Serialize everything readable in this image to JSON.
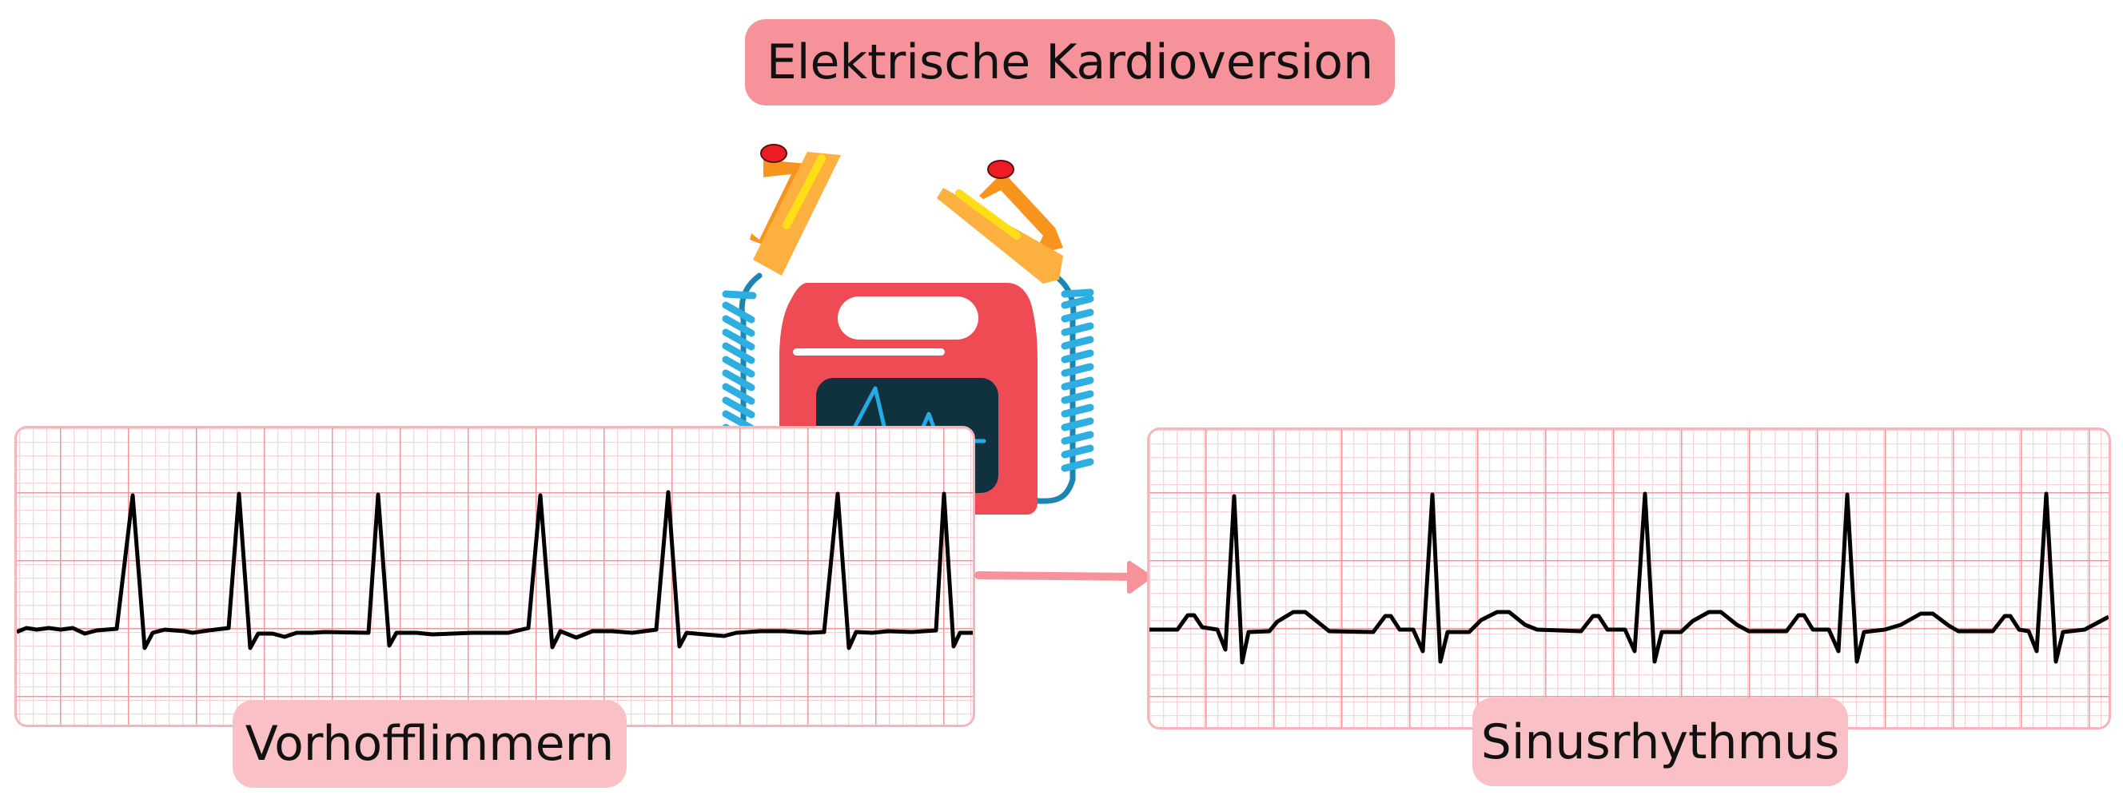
{
  "title": "Elektrische Kardioversion",
  "panels": {
    "before": {
      "label": "Vorhofflimmern",
      "rhythm": "atrial-fibrillation"
    },
    "after": {
      "label": "Sinusrhythmus",
      "rhythm": "sinus-rhythm"
    }
  },
  "illustration": {
    "device": "defibrillator-icon",
    "paddles": [
      "paddle-icon",
      "paddle-icon"
    ],
    "screen_waveform": "ecg-waveform-icon",
    "arrow": "arrow-right-icon"
  },
  "colors": {
    "title_bg": "#f6939a",
    "label_bg": "#f9c0c6",
    "grid_major": "#f4949c",
    "grid_minor": "#fbd3d6",
    "trace": "#000000",
    "device_body": "#ef4b54",
    "device_screen": "#10323f",
    "screen_trace": "#27aae1",
    "cable": "#2a9fd8",
    "paddle_handle": "#f7941d",
    "paddle_plate": "#fbb040",
    "paddle_stripe": "#ffde17",
    "button": "#ed1c24",
    "arrow": "#f6939a"
  }
}
